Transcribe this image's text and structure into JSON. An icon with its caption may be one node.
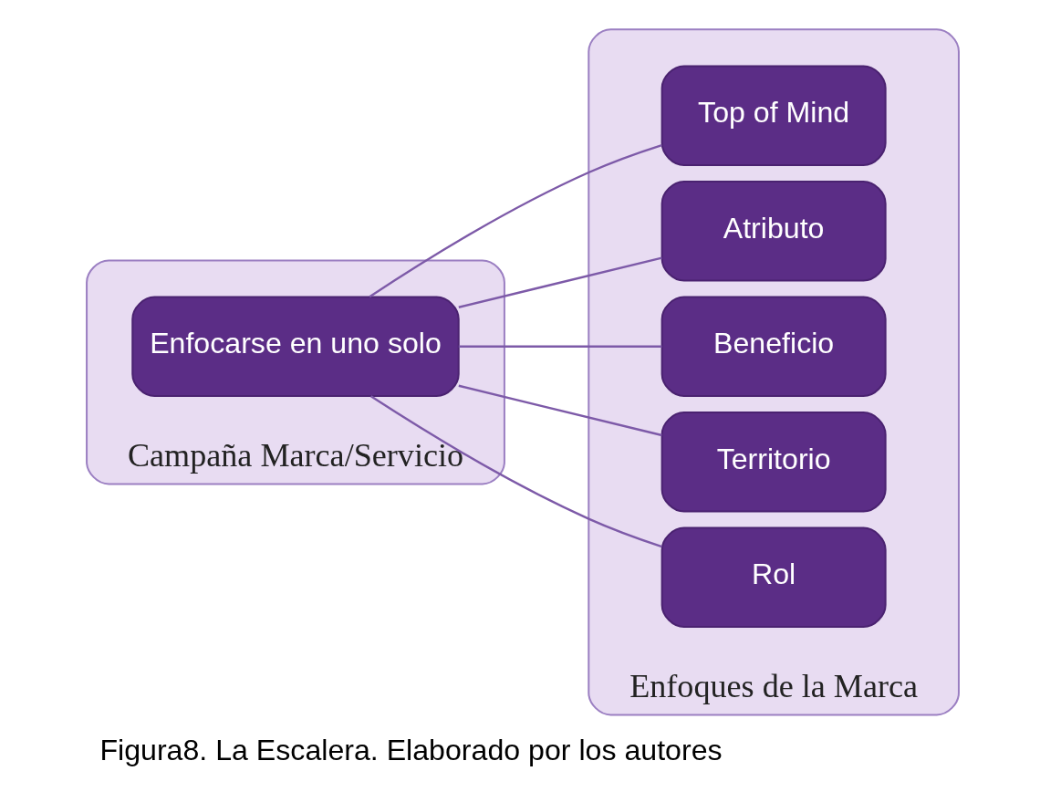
{
  "diagram": {
    "caption": "Figura8. La Escalera. Elaborado por los autores",
    "nodes": [
      {
        "text": [
          "Campaña Marca/Servicio"
        ]
      },
      {
        "text": [
          "Enfoques de la Marca"
        ]
      },
      {
        "text": [
          "Enfocarse en uno solo"
        ],
        "in": 0
      },
      {
        "text": [
          "Top of Mind"
        ],
        "in": 1
      },
      {
        "text": [
          "Atributo"
        ],
        "in": 1
      },
      {
        "text": [
          "Beneficio"
        ],
        "in": 1
      },
      {
        "text": [
          "Territorio"
        ],
        "in": 1
      },
      {
        "text": [
          "Rol"
        ],
        "in": 1
      }
    ],
    "edges": [
      {
        "from": 2,
        "to": 3,
        "arrow": "none"
      },
      {
        "from": 2,
        "to": 4,
        "arrow": "none"
      },
      {
        "from": 2,
        "to": 5,
        "arrow": "none"
      },
      {
        "from": 2,
        "to": 6,
        "arrow": "none"
      },
      {
        "from": 2,
        "to": 7,
        "arrow": "none"
      }
    ]
  }
}
